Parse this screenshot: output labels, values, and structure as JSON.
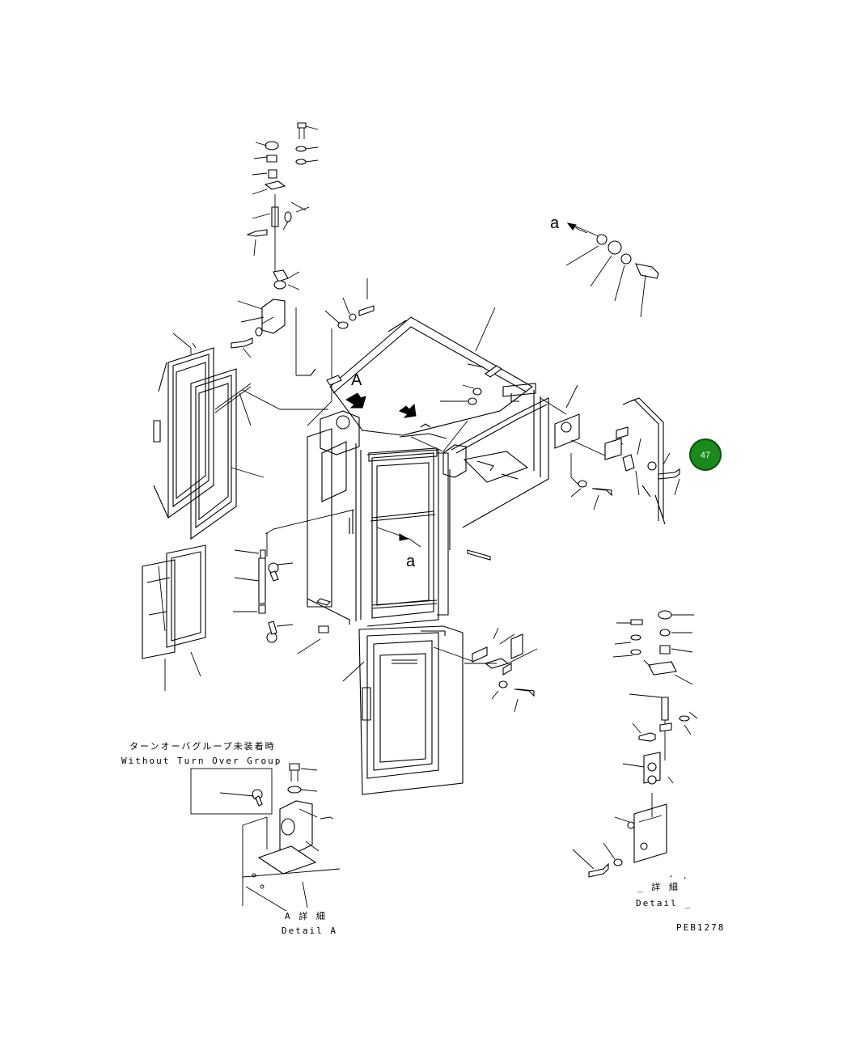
{
  "diagram": {
    "callouts": {
      "arrow_A": "A",
      "view_a_top": "a",
      "view_a_center": "a"
    },
    "badge": {
      "label": "47",
      "color": "#1a8a1a",
      "border": "#0b4f0b"
    },
    "notes": {
      "without_tog_jp": "ターンオーバグループ未装着時",
      "without_tog_en": "Without Turn Over Group"
    },
    "details": {
      "detail_a_jp": "A 詳 細",
      "detail_a_en": "Detail A",
      "detail_right_jp": "_ 詳 細",
      "detail_right_en": "Detail _",
      "detail_right_marks": "- ."
    },
    "drawing_code": "PEB1278"
  }
}
